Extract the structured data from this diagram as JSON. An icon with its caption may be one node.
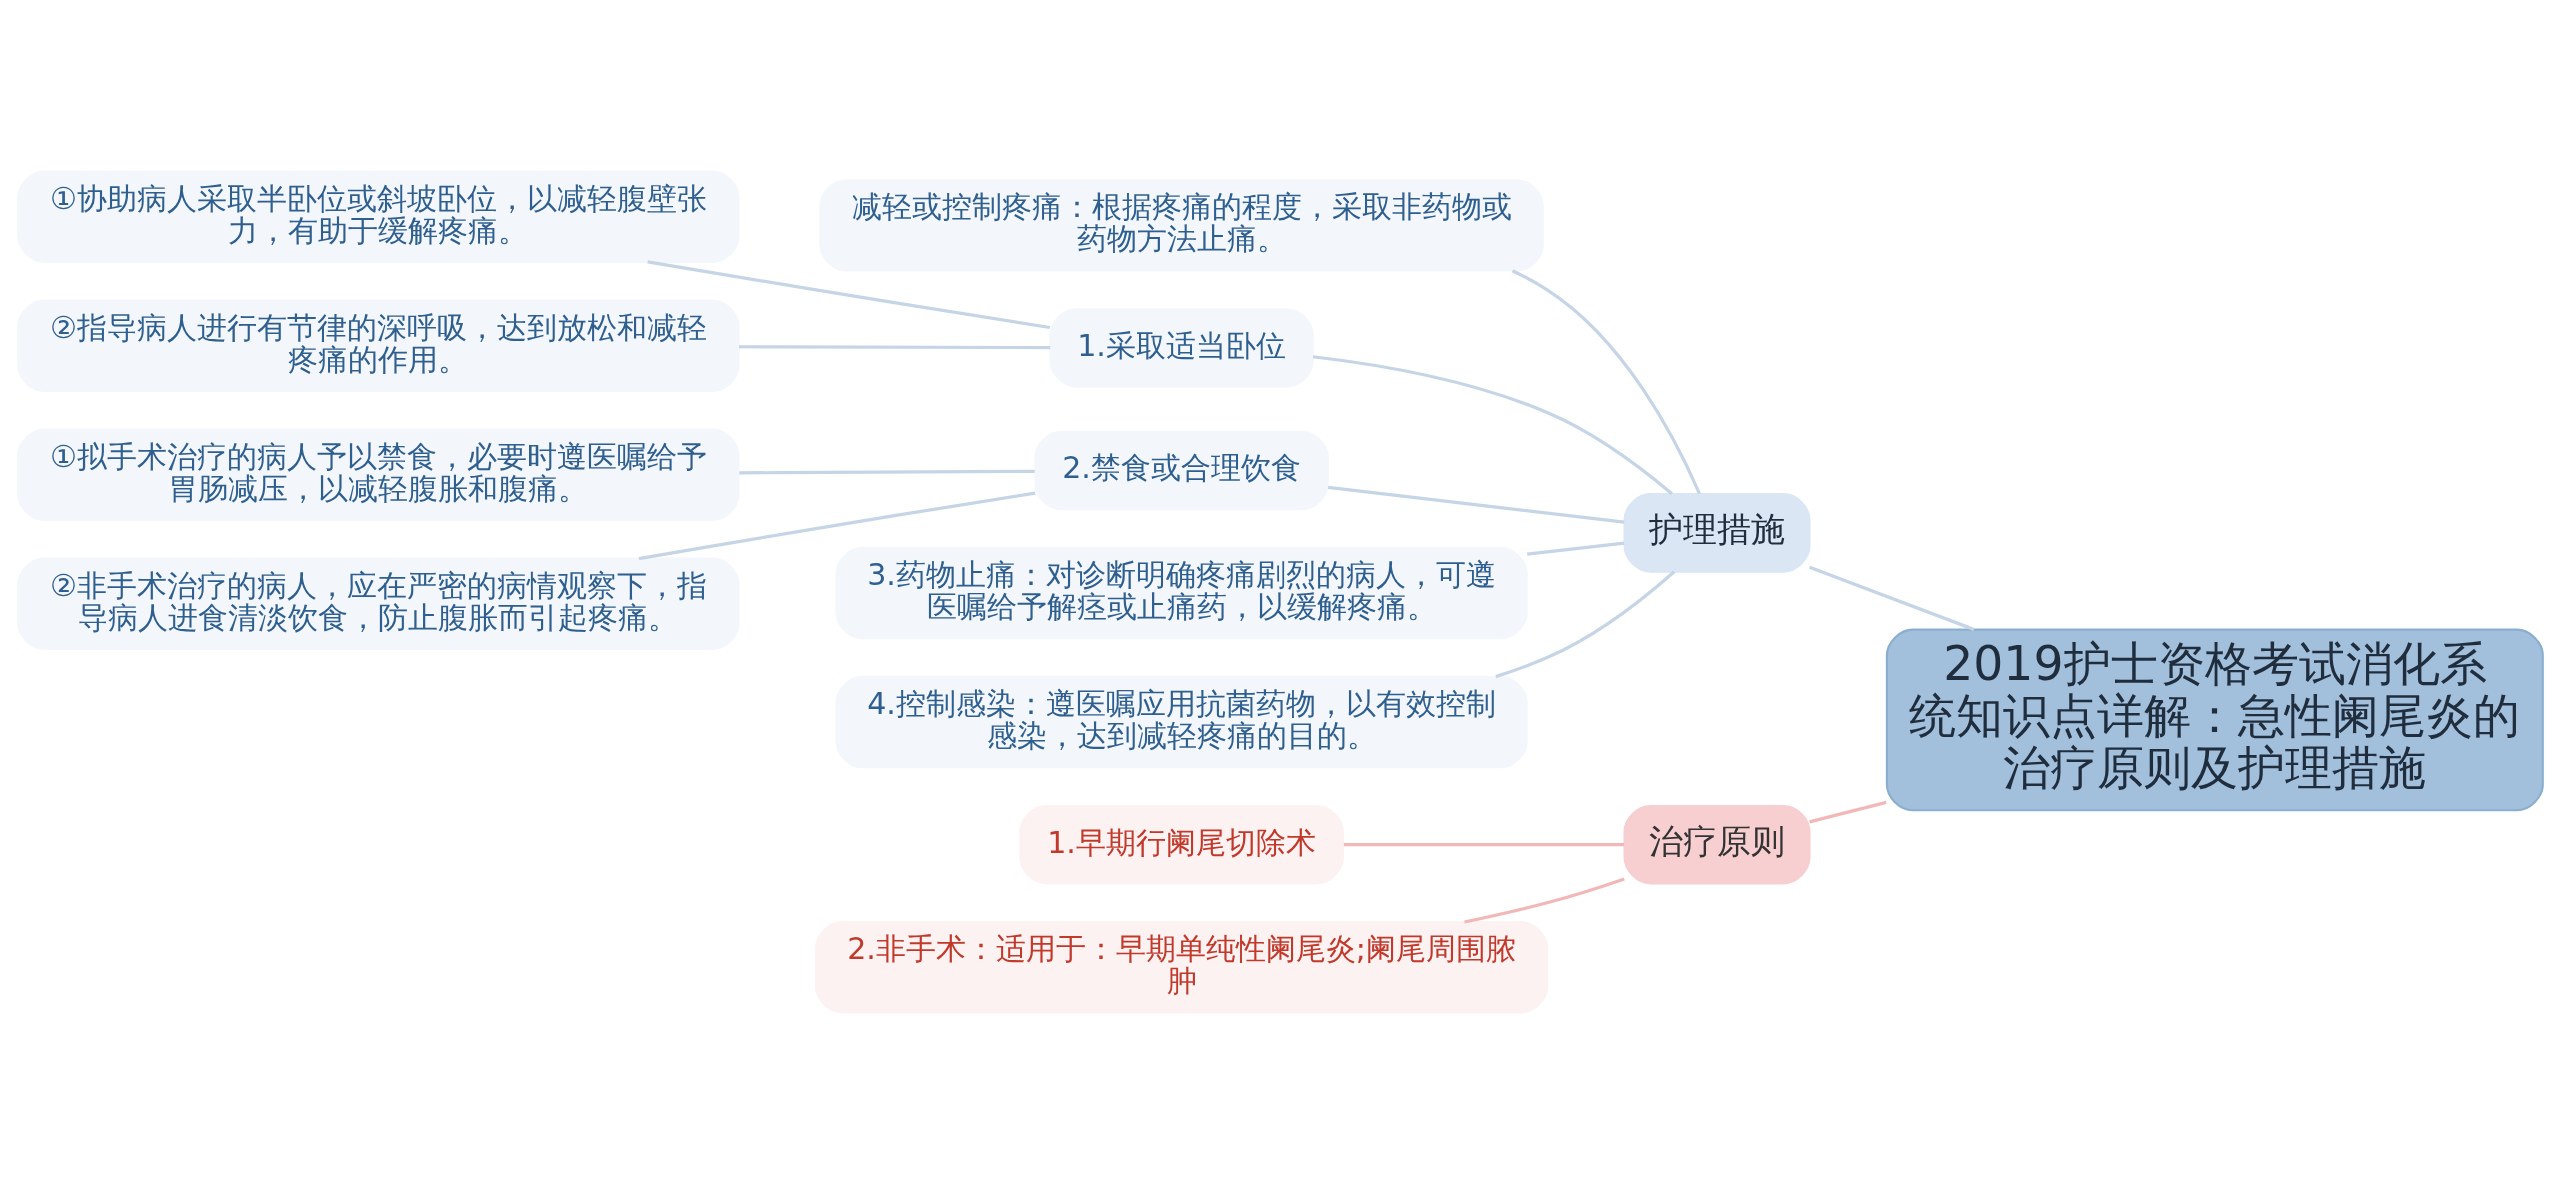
{
  "diagram": {
    "nodes": [
      {
        "text": [
          "2019护士资格考试消化系统知识点详解：急性阑尾炎的治疗原则及护理措施"
        ]
      },
      {
        "text": [
          "护理措施"
        ]
      },
      {
        "text": [
          "减轻或控制疼痛：根据疼痛的程度，采取非药物或药物方法止痛。"
        ]
      },
      {
        "text": [
          "1.采取适当卧位"
        ]
      },
      {
        "text": [
          "①协助病人采取半卧位或斜坡卧位，以减轻腹壁张力，有助于缓解疼痛。"
        ]
      },
      {
        "text": [
          "②指导病人进行有节律的深呼吸，达到放松和减轻疼痛的作用。"
        ]
      },
      {
        "text": [
          "2.禁食或合理饮食"
        ]
      },
      {
        "text": [
          "①拟手术治疗的病人予以禁食，必要时遵医嘱给予胃肠减压，以减轻腹胀和腹痛。"
        ]
      },
      {
        "text": [
          "②非手术治疗的病人，应在严密的病情观察下，指导病人进食清淡饮食，防止腹胀而引起疼痛。"
        ]
      },
      {
        "text": [
          "3.药物止痛：对诊断明确疼痛剧烈的病人，可遵医嘱给予解痉或止痛药，以缓解疼痛。"
        ]
      },
      {
        "text": [
          "4.控制感染：遵医嘱应用抗菌药物，以有效控制感染，达到减轻疼痛的目的。"
        ]
      },
      {
        "text": [
          "治疗原则"
        ]
      },
      {
        "text": [
          "1.早期行阑尾切除术"
        ]
      },
      {
        "text": [
          "2.非手术：适用于：早期单纯性阑尾炎;阑尾周围脓肿"
        ]
      }
    ],
    "edges": [
      {
        "from": 0,
        "to": 1,
        "arrow": "none"
      },
      {
        "from": 1,
        "to": 2,
        "arrow": "none"
      },
      {
        "from": 1,
        "to": 3,
        "arrow": "none"
      },
      {
        "from": 3,
        "to": 4,
        "arrow": "none"
      },
      {
        "from": 3,
        "to": 5,
        "arrow": "none"
      },
      {
        "from": 1,
        "to": 6,
        "arrow": "none"
      },
      {
        "from": 6,
        "to": 7,
        "arrow": "none"
      },
      {
        "from": 6,
        "to": 8,
        "arrow": "none"
      },
      {
        "from": 1,
        "to": 9,
        "arrow": "none"
      },
      {
        "from": 1,
        "to": 10,
        "arrow": "none"
      },
      {
        "from": 0,
        "to": 11,
        "arrow": "none",
        "color": "#f2b8b8"
      },
      {
        "from": 11,
        "to": 12,
        "arrow": "none",
        "color": "#f2b8b8"
      },
      {
        "from": 11,
        "to": 13,
        "arrow": "none",
        "color": "#f2b8b8"
      }
    ]
  }
}
